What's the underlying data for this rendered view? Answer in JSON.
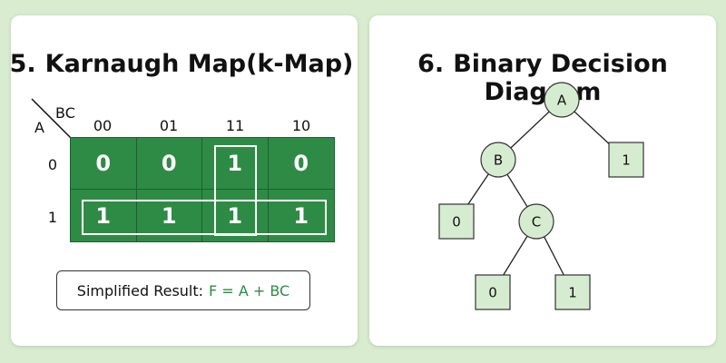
{
  "kmap": {
    "number": "5.",
    "title": "Karnaugh Map(k-Map)",
    "row_var": "A",
    "col_var": "BC",
    "col_headers": [
      "00",
      "01",
      "11",
      "10"
    ],
    "row_headers": [
      "0",
      "1"
    ],
    "cells": [
      [
        "0",
        "0",
        "1",
        "0"
      ],
      [
        "1",
        "1",
        "1",
        "1"
      ]
    ],
    "result_label": "Simplified Result:",
    "result_expr": "F = A + BC"
  },
  "bdd": {
    "number": "6.",
    "title": "Binary Decision Diagram",
    "nodes": [
      {
        "id": "A",
        "label": "A",
        "kind": "decision"
      },
      {
        "id": "B",
        "label": "B",
        "kind": "decision"
      },
      {
        "id": "T1",
        "label": "1",
        "kind": "terminal"
      },
      {
        "id": "T0a",
        "label": "0",
        "kind": "terminal"
      },
      {
        "id": "C",
        "label": "C",
        "kind": "decision"
      },
      {
        "id": "T0b",
        "label": "0",
        "kind": "terminal"
      },
      {
        "id": "T1b",
        "label": "1",
        "kind": "terminal"
      }
    ],
    "edges": [
      [
        "A",
        "B"
      ],
      [
        "A",
        "T1"
      ],
      [
        "B",
        "T0a"
      ],
      [
        "B",
        "C"
      ],
      [
        "C",
        "T0b"
      ],
      [
        "C",
        "T1b"
      ]
    ]
  },
  "colors": {
    "background": "#d9ecd0",
    "kmap_fill": "#2e8b45",
    "node_fill": "#d6ecd0",
    "result_expr": "#2e8b45"
  }
}
